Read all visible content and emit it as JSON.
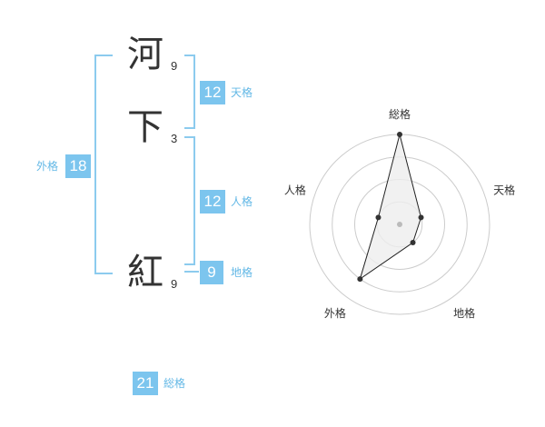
{
  "name": {
    "chars": [
      {
        "char": "河",
        "strokes": "9"
      },
      {
        "char": "下",
        "strokes": "3"
      },
      {
        "char": "紅",
        "strokes": "9"
      }
    ]
  },
  "fortunes": {
    "tenkaku": {
      "value": "12",
      "label": "天格"
    },
    "jinkaku": {
      "value": "12",
      "label": "人格"
    },
    "chikaku": {
      "value": "9",
      "label": "地格"
    },
    "gaikaku": {
      "value": "18",
      "label": "外格"
    },
    "soukaku": {
      "value": "21",
      "label": "総格"
    }
  },
  "radar": {
    "axes": [
      "総格",
      "天格",
      "地格",
      "外格",
      "人格"
    ],
    "levels": 4,
    "values": [
      4,
      1,
      1,
      3,
      1
    ],
    "max": 4,
    "colors": {
      "grid": "#cccccc",
      "fill": "#eeeeee",
      "line": "#222222",
      "point": "#333333",
      "center": "#bbbbbb"
    }
  }
}
